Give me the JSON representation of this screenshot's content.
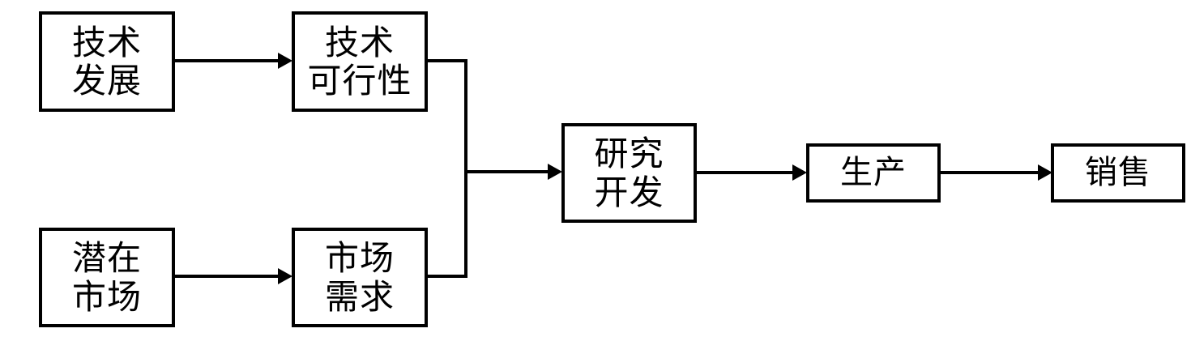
{
  "diagram": {
    "type": "flowchart",
    "orientation": "left-to-right",
    "background_color": "#ffffff",
    "stroke_color": "#000000",
    "text_color": "#000000",
    "nodes": [
      {
        "id": "tech_dev",
        "lines": [
          "技术",
          "发展"
        ],
        "shape": "rectangle"
      },
      {
        "id": "tech_feasible",
        "lines": [
          "技术",
          "可行性"
        ],
        "shape": "rectangle"
      },
      {
        "id": "potential_mkt",
        "lines": [
          "潜在",
          "市场"
        ],
        "shape": "rectangle"
      },
      {
        "id": "mkt_demand",
        "lines": [
          "市场",
          "需求"
        ],
        "shape": "rectangle"
      },
      {
        "id": "rnd",
        "lines": [
          "研究",
          "开发"
        ],
        "shape": "rectangle"
      },
      {
        "id": "production",
        "lines": [
          "生产"
        ],
        "shape": "rectangle"
      },
      {
        "id": "sales",
        "lines": [
          "销售"
        ],
        "shape": "rectangle"
      }
    ],
    "edges": [
      {
        "from": "tech_dev",
        "to": "tech_feasible",
        "style": "arrow"
      },
      {
        "from": "potential_mkt",
        "to": "mkt_demand",
        "style": "arrow"
      },
      {
        "from": "tech_feasible",
        "to": "merge",
        "style": "elbow"
      },
      {
        "from": "mkt_demand",
        "to": "merge",
        "style": "elbow"
      },
      {
        "from": "merge",
        "to": "rnd",
        "style": "arrow"
      },
      {
        "from": "rnd",
        "to": "production",
        "style": "arrow"
      },
      {
        "from": "production",
        "to": "sales",
        "style": "arrow"
      }
    ]
  }
}
